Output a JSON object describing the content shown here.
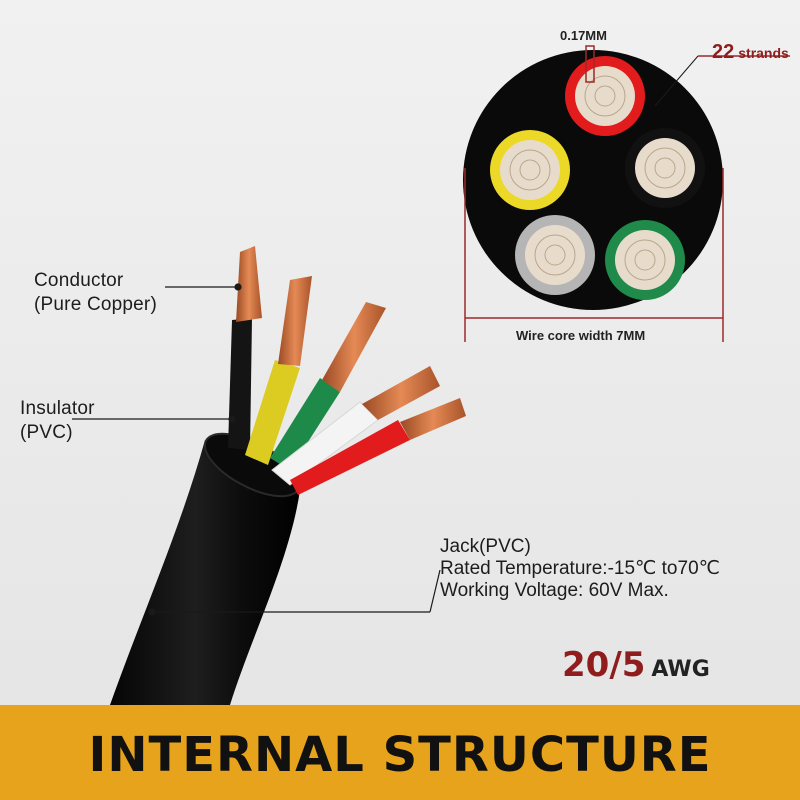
{
  "labels": {
    "conductor_line1": "Conductor",
    "conductor_line2": "(Pure Copper)",
    "insulator_line1": "Insulator",
    "insulator_line2": "(PVC)",
    "jack_line1": "Jack(PVC)",
    "jack_line2": "Rated Temperature:-15℃ to70℃",
    "jack_line3": "Working Voltage: 60V Max."
  },
  "cross_section": {
    "strand_size": "0.17MM",
    "strands_count": "22",
    "strands_word": "strands",
    "core_width": "Wire core width 7MM"
  },
  "gauge": {
    "number": "20/5",
    "unit": "AWG"
  },
  "banner": {
    "title": "INTERNAL STRUCTURE"
  },
  "colors": {
    "banner": "#e8a31c",
    "accent_red": "#8f1d1d",
    "dimension_line": "#9c2a2a",
    "wire_red": "#e21c1c",
    "wire_yellow": "#e4d21a",
    "wire_green": "#1e8a4a",
    "wire_white": "#f2f2f2",
    "wire_black": "#111111",
    "copper": "#c8683a"
  }
}
